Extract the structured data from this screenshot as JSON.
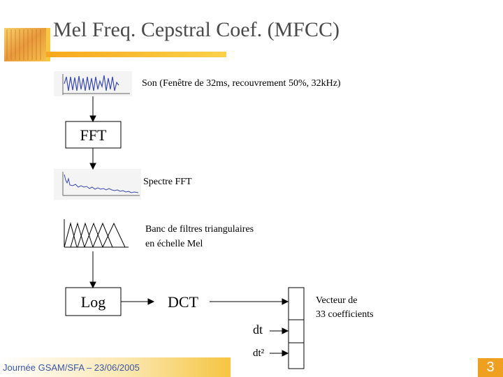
{
  "slide": {
    "title": "Mel Freq. Cepstral Coef. (MFCC)",
    "footer": "Journée GSAM/SFA – 23/06/2005",
    "page_number": "3"
  },
  "diagram": {
    "signal_label": "Son (Fenêtre de 32ms, recouvrement 50%, 32kHz)",
    "fft_box": "FFT",
    "spectrum_label": "Spectre FFT",
    "filterbank_label_line1": "Banc de filtres triangulaires",
    "filterbank_label_line2": "en échelle Mel",
    "log_box": "Log",
    "dct_box": "DCT",
    "vector_label_line1": "Vecteur de",
    "vector_label_line2": "33 coefficients",
    "dt_label": "dt",
    "dt2_label": "dt²"
  },
  "colors": {
    "accent_orange": "#f0a020",
    "accent_yellow": "#f5c842",
    "title_gray": "#4a4a4a",
    "footer_blue": "#3b56a5"
  }
}
